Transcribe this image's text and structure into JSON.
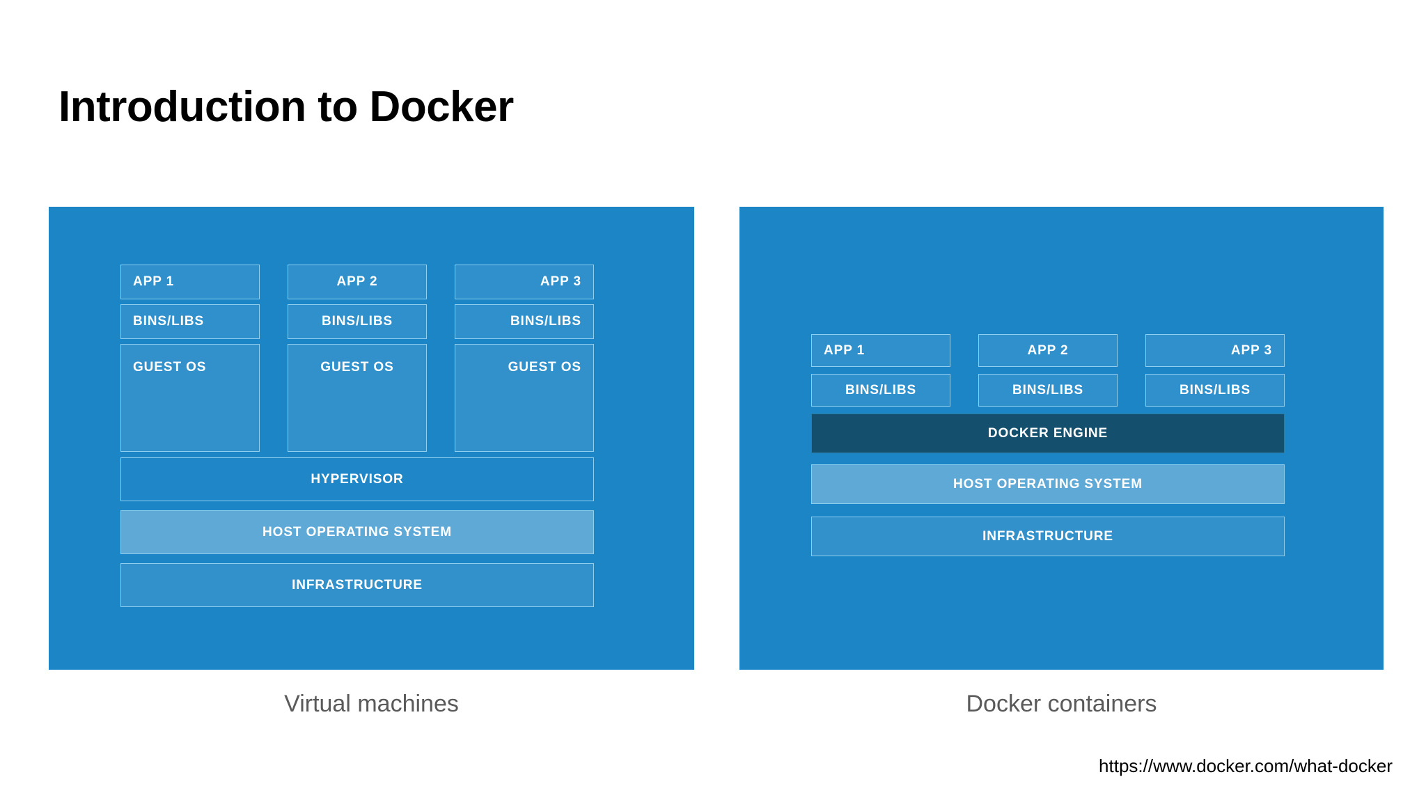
{
  "slide": {
    "title": "Introduction to Docker",
    "source_url": "https://www.docker.com/what-docker",
    "panel_color": "#1b85c6",
    "box_border_color": "#8fd0f0",
    "docker_engine_color": "#14506e",
    "caption_color": "#5a5a5a"
  },
  "vm_panel": {
    "caption": "Virtual machines",
    "columns": [
      {
        "app": "APP 1",
        "bins": "BINS/LIBS",
        "guest": "GUEST OS",
        "align": "left"
      },
      {
        "app": "APP 2",
        "bins": "BINS/LIBS",
        "guest": "GUEST OS",
        "align": "center"
      },
      {
        "app": "APP 3",
        "bins": "BINS/LIBS",
        "guest": "GUEST OS",
        "align": "right"
      }
    ],
    "layers": [
      {
        "label": "HYPERVISOR",
        "fill": "hypervisor"
      },
      {
        "label": "HOST OPERATING SYSTEM",
        "fill": "light"
      },
      {
        "label": "INFRASTRUCTURE",
        "fill": "mid"
      }
    ]
  },
  "docker_panel": {
    "caption": "Docker containers",
    "columns": [
      {
        "app": "APP 1",
        "bins": "BINS/LIBS",
        "align": "left"
      },
      {
        "app": "APP 2",
        "bins": "BINS/LIBS",
        "align": "center"
      },
      {
        "app": "APP 3",
        "bins": "BINS/LIBS",
        "align": "right"
      }
    ],
    "layers": [
      {
        "label": "DOCKER ENGINE",
        "fill": "dark"
      },
      {
        "label": "HOST OPERATING SYSTEM",
        "fill": "light"
      },
      {
        "label": "INFRASTRUCTURE",
        "fill": "mid"
      }
    ]
  }
}
